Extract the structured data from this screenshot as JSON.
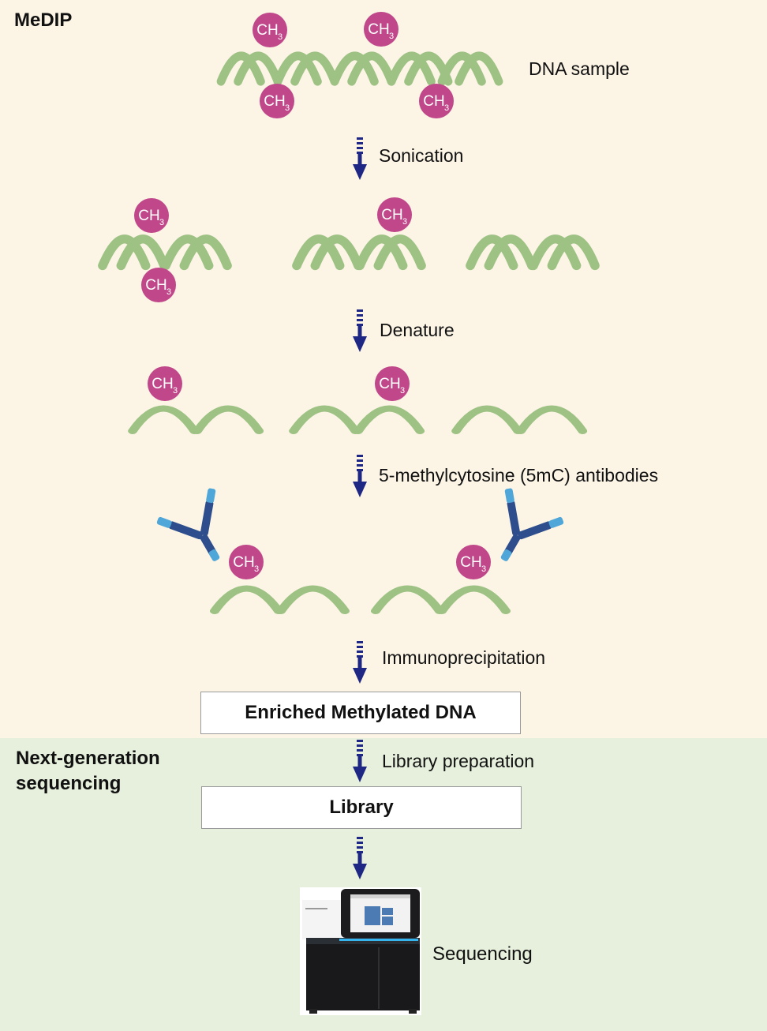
{
  "sections": {
    "medip_title": "MeDIP",
    "ngs_title_line1": "Next-generation",
    "ngs_title_line2": "sequencing"
  },
  "labels": {
    "dna_sample": "DNA sample",
    "sonication": "Sonication",
    "denature": "Denature",
    "antibodies": "5-methylcytosine (5mC) antibodies",
    "immunoprecipitation": "Immunoprecipitation",
    "library_preparation": "Library preparation",
    "sequencing": "Sequencing"
  },
  "boxes": {
    "enriched": "Enriched Methylated DNA",
    "library": "Library"
  },
  "methyl_label": {
    "main": "CH",
    "sub": "3"
  },
  "colors": {
    "top_background": "#fcf5e6",
    "bottom_background": "#e6f0dc",
    "dna_strand": "#9ec184",
    "methyl_circle": "#c0478a",
    "arrow": "#1f2785",
    "antibody_dark": "#2d4d8c",
    "antibody_light": "#4fa6d8"
  },
  "icons": [
    "dna-double-helix-icon",
    "dna-single-strand-icon",
    "methyl-group-icon",
    "down-arrow-icon",
    "antibody-icon",
    "sequencer-machine-icon"
  ]
}
